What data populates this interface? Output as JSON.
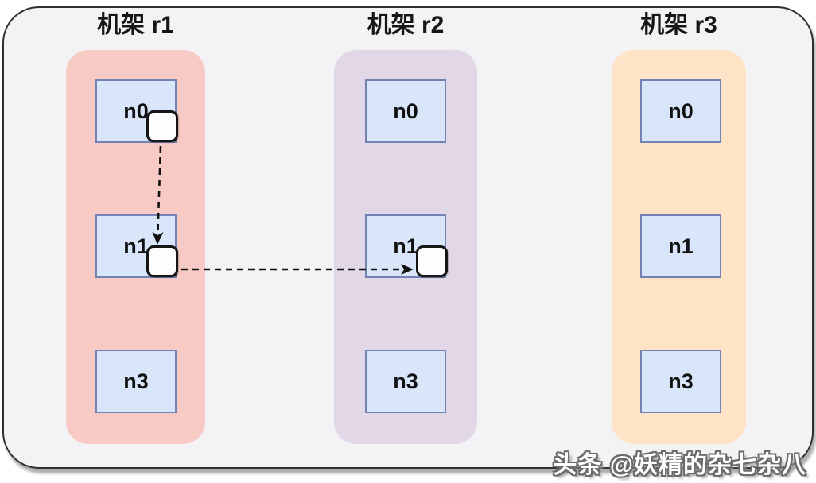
{
  "diagram": {
    "description": "HDFS-style block replica placement across racks",
    "racks": [
      {
        "id": "r1",
        "title": "机架 r1",
        "nodes": [
          {
            "label": "n0",
            "has_replica_block": true
          },
          {
            "label": "n1",
            "has_replica_block": true
          },
          {
            "label": "n3",
            "has_replica_block": false
          }
        ]
      },
      {
        "id": "r2",
        "title": "机架 r2",
        "nodes": [
          {
            "label": "n0",
            "has_replica_block": false
          },
          {
            "label": "n1",
            "has_replica_block": true
          },
          {
            "label": "n3",
            "has_replica_block": false
          }
        ]
      },
      {
        "id": "r3",
        "title": "机架 r3",
        "nodes": [
          {
            "label": "n0",
            "has_replica_block": false
          },
          {
            "label": "n1",
            "has_replica_block": false
          },
          {
            "label": "n3",
            "has_replica_block": false
          }
        ]
      }
    ],
    "replica_blocks": [
      "r1-n0",
      "r1-n1",
      "r2-n1"
    ],
    "arrows": [
      {
        "from": "r1-n0-block",
        "to": "r1-n1-block",
        "style": "dashed",
        "direction": "down"
      },
      {
        "from": "r1-n1-block",
        "to": "r2-n1-block",
        "style": "dashed",
        "direction": "right"
      }
    ],
    "colors": {
      "rack_r1": "#f8cac6",
      "rack_r2": "#e1d7e6",
      "rack_r3": "#fee3c6",
      "node_fill": "#d9e6fa",
      "node_border": "#7282b2",
      "canvas": "#f3f2f4",
      "frame_border": "#2f2f2f",
      "block_fill": "#fdfdfd",
      "arrow": "#101010"
    }
  },
  "watermark": {
    "text": "头条 @妖精的杂七杂八"
  }
}
